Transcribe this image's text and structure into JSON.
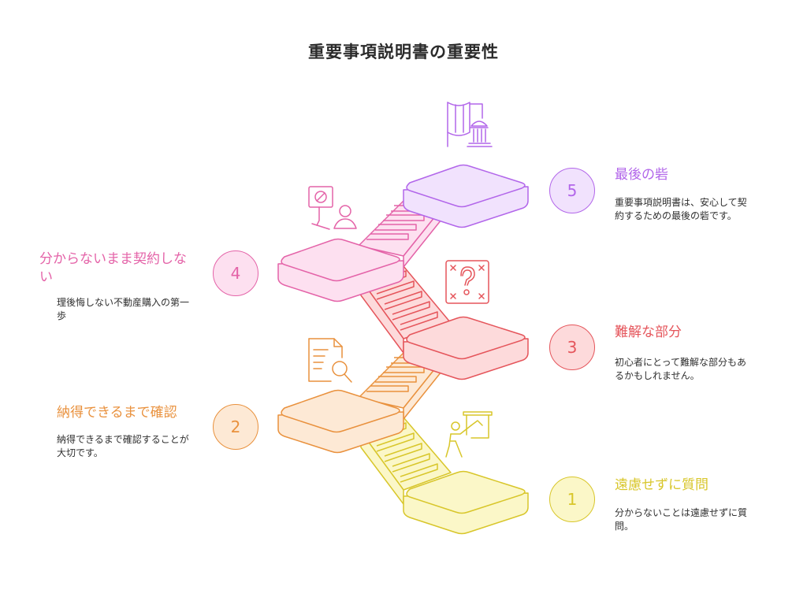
{
  "title": "重要事項説明書の重要性",
  "steps": [
    {
      "number": "1",
      "heading": "遠慮せずに質問",
      "description": "分からないことは遠慮せずに質問。",
      "color": "#d8c62a",
      "fill": "#fbf7c8"
    },
    {
      "number": "2",
      "heading": "納得できるまで確認",
      "description": "納得できるまで確認することが大切です。",
      "color": "#e9913d",
      "fill": "#fde9d5"
    },
    {
      "number": "3",
      "heading": "難解な部分",
      "description": "初心者にとって難解な部分もあるかもしれません。",
      "color": "#e5555b",
      "fill": "#fddadb"
    },
    {
      "number": "4",
      "heading": "分からないまま契約しない",
      "description": "理後悔しない不動産購入の第一歩",
      "color": "#e463a8",
      "fill": "#fde0f0"
    },
    {
      "number": "5",
      "heading": "最後の砦",
      "description": "重要事項説明書は、安心して契約するための最後の砦です。",
      "color": "#b266ea",
      "fill": "#f1e2fd"
    }
  ],
  "icons": {
    "step1": "presenter-board-icon",
    "step2": "document-search-icon",
    "step3": "question-box-icon",
    "step4": "prohibited-person-icon",
    "step5": "flag-bank-icon"
  }
}
